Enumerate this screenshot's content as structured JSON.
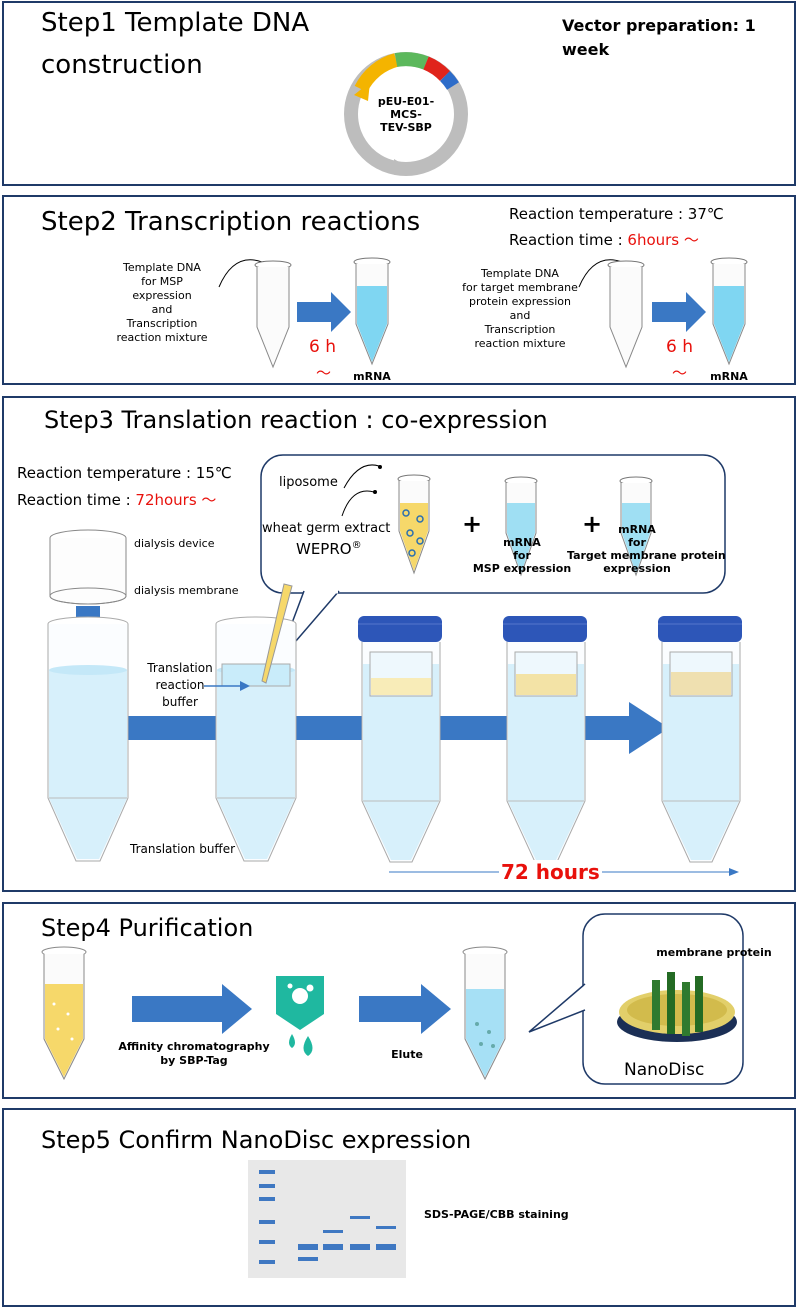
{
  "step1": {
    "title_line1": "Step1 Template DNA",
    "title_line2": "construction",
    "vector_prep_line1": "Vector preparation: 1",
    "vector_prep_line2": "week",
    "plasmid_line1": "pEU-E01-",
    "plasmid_line2": "MCS-",
    "plasmid_line3": "TEV-SBP"
  },
  "step2": {
    "title": "Step2 Transcription reactions",
    "temp_label": "Reaction temperature : 37℃",
    "time_label": "Reaction time : ",
    "time_value": "6hours ～",
    "left_template": [
      "Template DNA",
      "for MSP",
      "expression",
      "and",
      "Transcription",
      "reaction mixture"
    ],
    "right_template": [
      "Template DNA",
      "for target membrane",
      "protein expression",
      "and",
      "Transcription",
      "reaction mixture"
    ],
    "duration": "6 h",
    "tilde": "～",
    "mrna": "mRNA"
  },
  "step3": {
    "title": "Step3 Translation reaction : co-expression",
    "temp_label": "Reaction temperature : 15℃",
    "time_label": "Reaction time : ",
    "time_value": "72hours ～",
    "dialysis_device": "dialysis device",
    "dialysis_membrane": "dialysis membrane",
    "translation_reaction_buffer": [
      "Translation",
      "reaction",
      "buffer"
    ],
    "translation_buffer": "Translation buffer",
    "liposome": "liposome",
    "wheat_germ": "wheat germ extract",
    "wepro": "WEPRO",
    "reg": "®",
    "plus": "+",
    "mrna_msp": [
      "mRNA",
      "for",
      "MSP expression"
    ],
    "mrna_target": [
      "mRNA",
      "for",
      "Target membrane protein",
      "expression"
    ],
    "hours_72": "72 hours"
  },
  "step4": {
    "title": "Step4 Purification",
    "affinity": [
      "Affinity chromatography",
      "by SBP-Tag"
    ],
    "elute": "Elute",
    "membrane_protein": "membrane protein",
    "nanodisc": "NanoDisc"
  },
  "step5": {
    "title": "Step5 Confirm NanoDisc expression",
    "sds": "SDS-PAGE/CBB staining"
  },
  "colors": {
    "frame": "#1f3a68",
    "arrow": "#3a78c4",
    "red": "#e8110c",
    "cap": "#2d56b8",
    "liquid": "#bfe6f7",
    "yellow": "#f6d86a"
  }
}
